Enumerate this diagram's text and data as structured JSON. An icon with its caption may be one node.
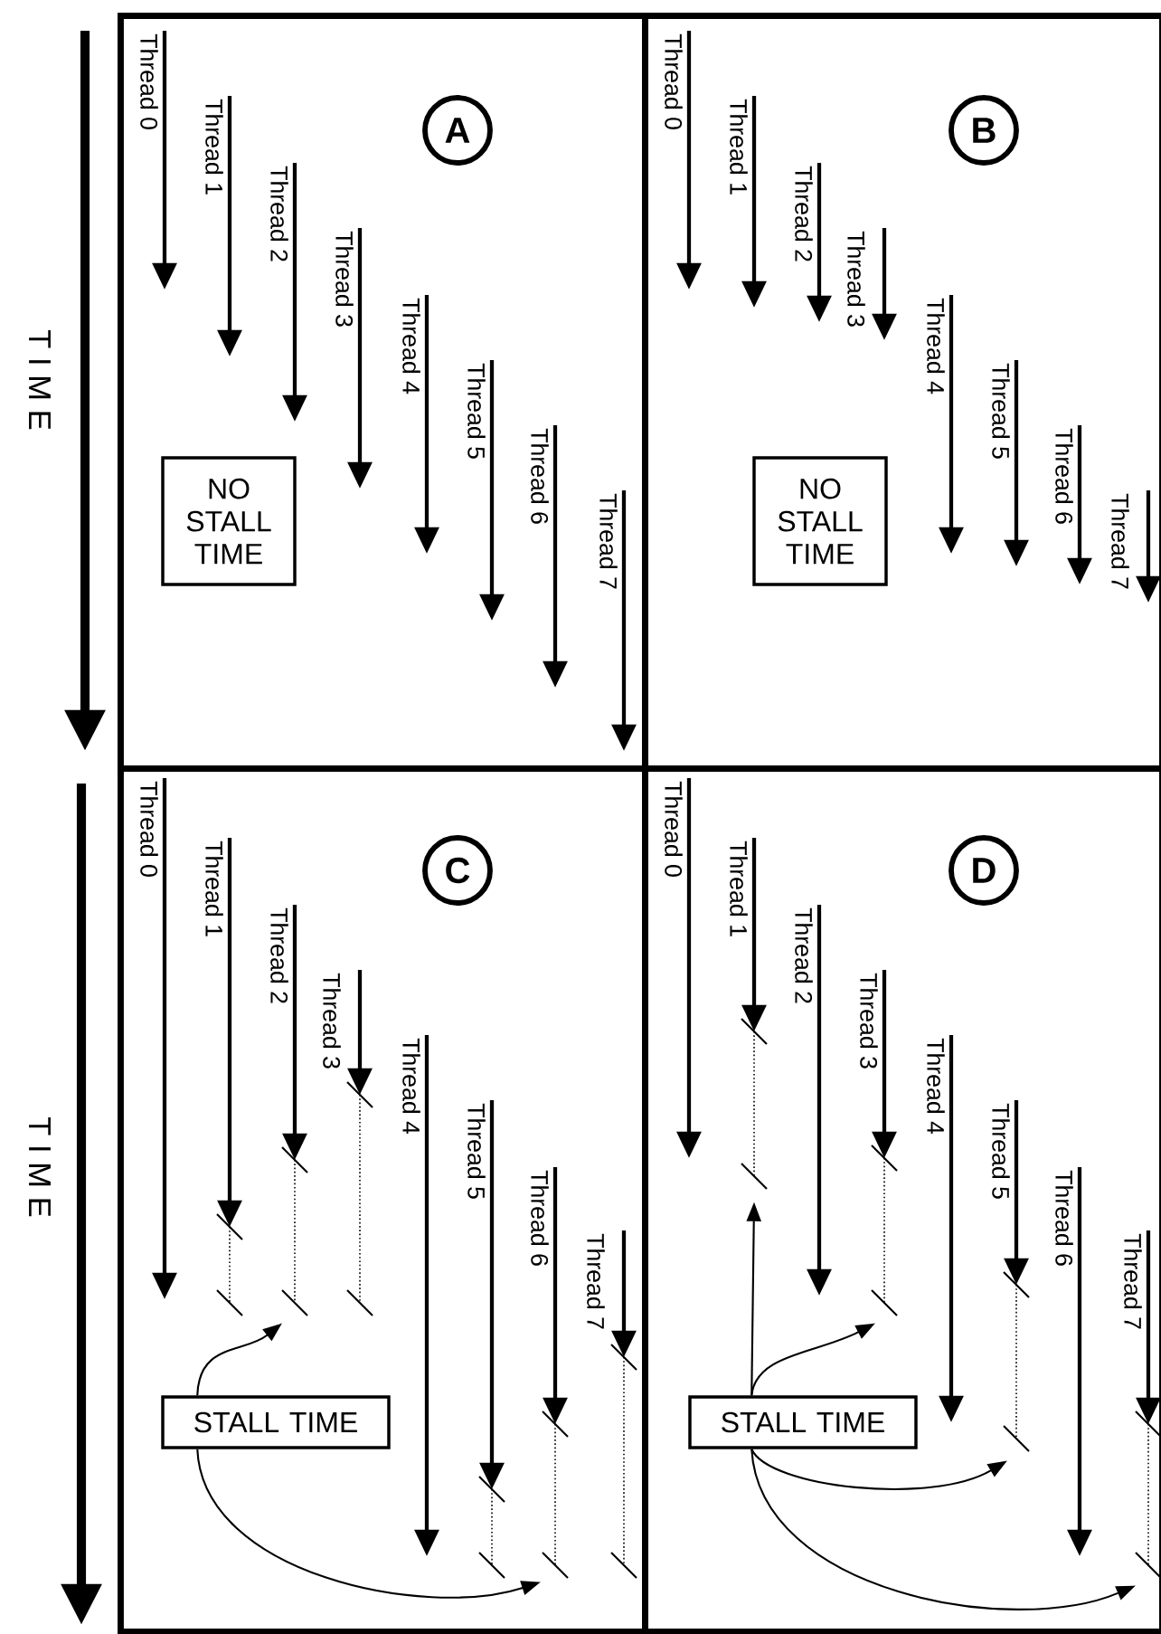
{
  "diagram": {
    "nodes": [
      {
        "text": [],
        "shape": "box"
      },
      {
        "text": [
          "A"
        ],
        "in": 0
      },
      {
        "text": [
          "NO STALL TIME"
        ],
        "in": 0
      },
      {
        "text": [],
        "shape": "box"
      },
      {
        "text": [
          "B"
        ],
        "in": 3
      },
      {
        "text": [
          "NO STALL TIME"
        ],
        "in": 3
      },
      {
        "text": [],
        "shape": "box"
      },
      {
        "text": [
          "C"
        ],
        "in": 6
      },
      {
        "text": [],
        "shape": "bar",
        "in": 6
      },
      {
        "text": [],
        "shape": "bar",
        "in": 6
      },
      {
        "text": [],
        "shape": "bar",
        "in": 6
      },
      {
        "text": [],
        "shape": "bar",
        "in": 6
      },
      {
        "text": [],
        "shape": "bar",
        "in": 6
      },
      {
        "text": [],
        "shape": "bar",
        "in": 6
      },
      {
        "text": [
          "STALL TIME"
        ],
        "in": 6
      },
      {
        "text": [],
        "shape": "box"
      },
      {
        "text": [
          "D"
        ],
        "in": 15
      },
      {
        "text": [],
        "shape": "bar",
        "in": 15
      },
      {
        "text": [],
        "shape": "bar",
        "in": 15
      },
      {
        "text": [],
        "shape": "bar",
        "in": 15
      },
      {
        "text": [],
        "shape": "bar",
        "in": 15
      },
      {
        "text": [
          "STALL TIME"
        ],
        "in": 15
      }
    ],
    "edges": [
      {
        "from": 14,
        "to": 9,
        "arrow": "to"
      },
      {
        "from": 14,
        "to": 12,
        "arrow": "to"
      },
      {
        "from": 21,
        "to": 17,
        "arrow": "to"
      },
      {
        "from": 21,
        "to": 18,
        "arrow": "to"
      },
      {
        "from": 21,
        "to": 19,
        "arrow": "to"
      },
      {
        "from": 21,
        "to": 20,
        "arrow": "to"
      }
    ],
    "labels": [
      "T I M E",
      "Thread 0",
      "Thread 1",
      "Thread 2",
      "Thread 3",
      "Thread 4",
      "Thread 5",
      "Thread 6",
      "Thread 7",
      "Thread 0",
      "Thread 1",
      "Thread 2",
      "Thread 3",
      "Thread 4",
      "Thread 5",
      "Thread 6",
      "Thread 7",
      "T I M E",
      "Thread 0",
      "Thread 1",
      "Thread 2",
      "Thread 3",
      "Thread 4",
      "Thread 5",
      "Thread 6",
      "Thread 7",
      "Thread 0",
      "Thread 1",
      "Thread 2",
      "Thread 3",
      "Thread 4",
      "Thread 5",
      "Thread 6",
      "Thread 7"
    ]
  }
}
